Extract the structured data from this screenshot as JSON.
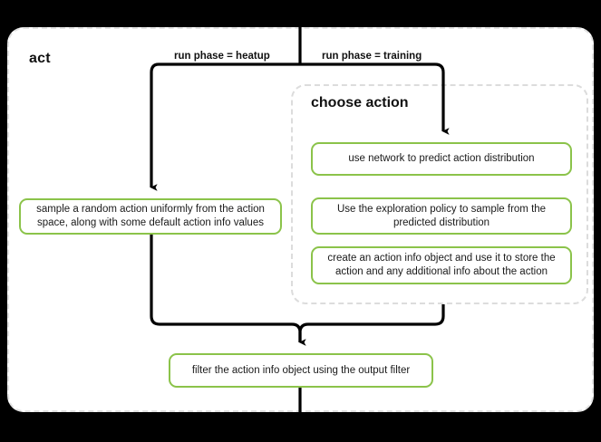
{
  "diagram": {
    "type": "flowchart",
    "title": "act",
    "background_color": "#000000",
    "canvas_color": "#ffffff",
    "accent_color": "#8bc34a",
    "dashed_border_color": "#e2e2e2",
    "edge_color": "#000000"
  },
  "groups": {
    "act": {
      "label": "act"
    },
    "choose_action": {
      "label": "choose action"
    }
  },
  "nodes": {
    "sample": {
      "label": "sample a random action uniformly from the action space, along with some default action info values"
    },
    "predict": {
      "label": "use network to predict action distribution"
    },
    "explore": {
      "label": "Use the exploration policy to sample from the predicted distribution"
    },
    "create": {
      "label": "create an action info object and use it to store the action and any additional info about the action"
    },
    "filter": {
      "label": "filter the action info object using the output filter"
    }
  },
  "edges": {
    "heatup": {
      "label": "run phase = heatup"
    },
    "training": {
      "label": "run phase = training"
    }
  }
}
